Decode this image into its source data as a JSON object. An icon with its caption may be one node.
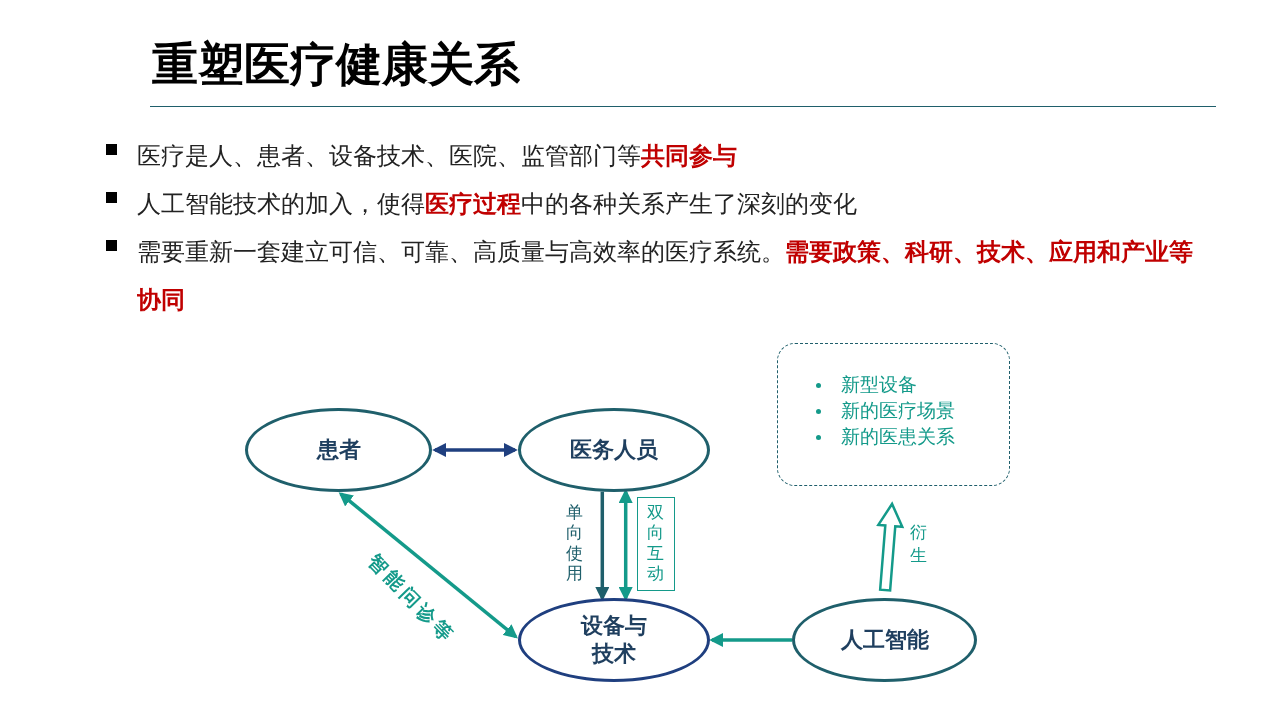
{
  "diagram": {
    "title": "重塑医疗健康关系",
    "nodes": [
      {
        "text": [
          "患者"
        ]
      },
      {
        "text": [
          "医务人员"
        ]
      },
      {
        "text": [
          "设备与技术"
        ]
      },
      {
        "text": [
          "人工智能"
        ]
      },
      {
        "text": [
          "新型设备",
          "新的医疗场景",
          "新的医患关系"
        ]
      }
    ],
    "edges": [
      {
        "from": 0,
        "to": 1,
        "arrow": "both",
        "color": "#1f3f7f"
      },
      {
        "from": 1,
        "to": 2,
        "arrow": "to",
        "label": "单向使用",
        "color": "#1f5f6b"
      },
      {
        "from": 2,
        "to": 1,
        "arrow": "both",
        "label": "双向互动"
      },
      {
        "from": 0,
        "to": 2,
        "arrow": "both",
        "label": "智能问诊等"
      },
      {
        "from": 3,
        "to": 2,
        "arrow": "to"
      },
      {
        "from": 3,
        "to": 4,
        "arrow": "to",
        "label": "衍生",
        "style": "thick"
      }
    ],
    "labels": [
      "医疗是人、患者、设备技术、医院、监管部门等**共同参与**",
      "人工智能技术的加入，使得**医疗过程**中的各种关系产生了深刻的变化",
      "需要重新一套建立可信、可靠、高质量与高效率的医疗系统。**需要政策、科研、技术、应用和产业等协同**"
    ]
  }
}
